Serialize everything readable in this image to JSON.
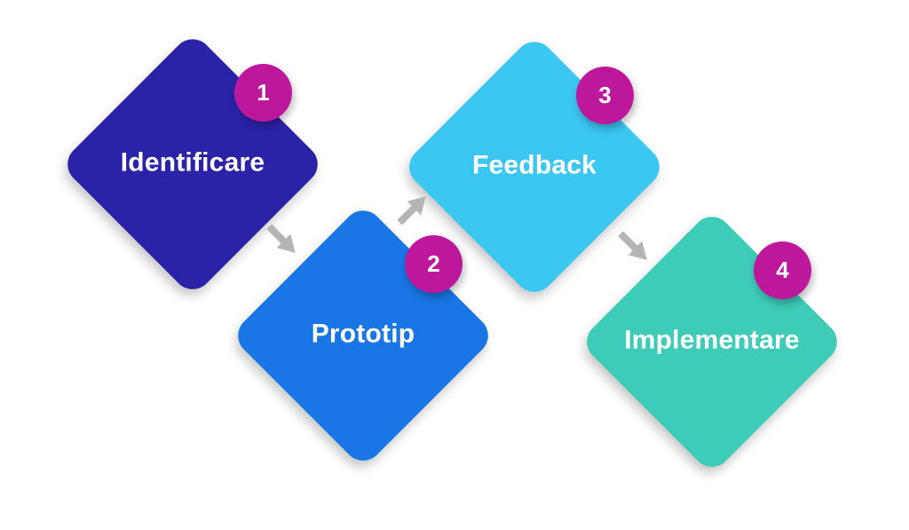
{
  "diagram": {
    "type": "process-flow",
    "background": "#ffffff",
    "steps": [
      {
        "number": "1",
        "label": "Identificare",
        "color": "#2a23a8"
      },
      {
        "number": "2",
        "label": "Prototip",
        "color": "#1976e4"
      },
      {
        "number": "3",
        "label": "Feedback",
        "color": "#3cc6f2"
      },
      {
        "number": "4",
        "label": "Implementare",
        "color": "#3ecbb7"
      }
    ],
    "badge": {
      "color": "#bd189c",
      "text_color": "#ffffff"
    },
    "arrows": [
      {
        "from": "1",
        "to": "2",
        "direction": "down-right"
      },
      {
        "from": "2",
        "to": "3",
        "direction": "up-right"
      },
      {
        "from": "3",
        "to": "4",
        "direction": "down-right"
      }
    ],
    "arrow_color": "#b5b5b5"
  }
}
